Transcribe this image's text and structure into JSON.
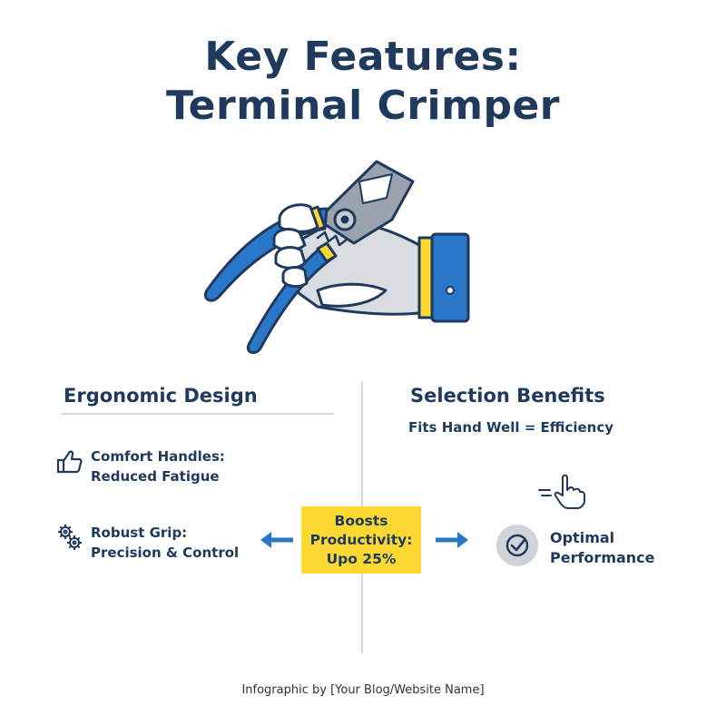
{
  "header": {
    "title_line1": "Key Features:",
    "title_line2": "Terminal Crimper"
  },
  "left_panel": {
    "heading": "Ergonomic Design",
    "items": [
      {
        "icon": "thumbs-up-icon",
        "line1": "Comfort Handles:",
        "line2": "Reduced Fatigue"
      },
      {
        "icon": "gears-icon",
        "line1": "Robust Grip:",
        "line2": "Precision & Control"
      }
    ]
  },
  "right_panel": {
    "heading": "Selection Benefits",
    "subheading": "Fits Hand Well = Efficiency",
    "result": {
      "icon": "check-circle-icon",
      "line1": "Optimal",
      "line2": "Performance"
    },
    "pointer_icon": "pointing-hand-icon"
  },
  "center_box": {
    "line1": "Boosts",
    "line2": "Productivity:",
    "line3": "Upo 25%"
  },
  "footer": {
    "credit": "Infographic by [Your Blog/Website Name]"
  },
  "colors": {
    "navy": "#1f3a5c",
    "blue": "#2a77c9",
    "yellow": "#fcd832",
    "grey": "#d0d3d8"
  }
}
